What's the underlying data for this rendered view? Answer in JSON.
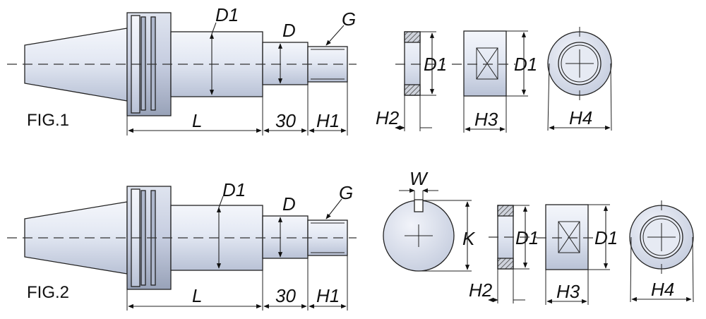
{
  "figures": [
    {
      "caption": "FIG.1",
      "labels": {
        "d1": "D1",
        "d": "D",
        "g": "G",
        "l": "L",
        "len30": "30",
        "h1": "H1"
      },
      "parts": {
        "washer": {
          "d1": "D1",
          "h2": "H2"
        },
        "block": {
          "d1": "D1",
          "h3": "H3"
        },
        "ring": {
          "h4": "H4"
        }
      }
    },
    {
      "caption": "FIG.2",
      "labels": {
        "d1": "D1",
        "d": "D",
        "g": "G",
        "l": "L",
        "len30": "30",
        "h1": "H1"
      },
      "parts": {
        "keyed_disc": {
          "w": "W",
          "k": "K"
        },
        "washer": {
          "d1": "D1",
          "h2": "H2"
        },
        "block": {
          "d1": "D1",
          "h3": "H3"
        },
        "ring": {
          "h4": "H4"
        }
      }
    }
  ],
  "colors": {
    "steel_light": "#e9edf6",
    "steel_mid": "#cdd5e6",
    "steel_dark": "#8d97ad",
    "hatch": "#555555"
  }
}
